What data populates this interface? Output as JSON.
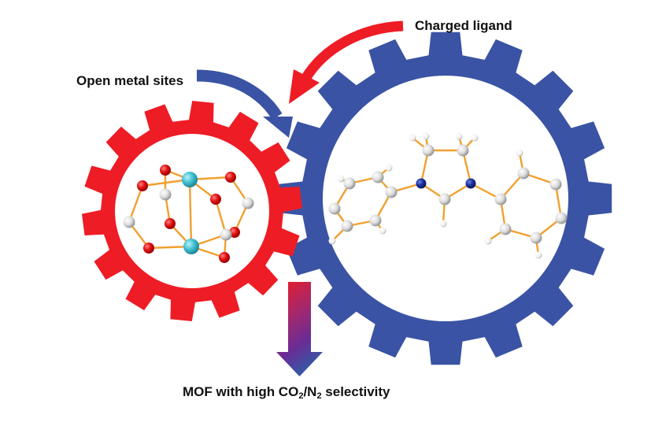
{
  "labels": {
    "charged_ligand": "Charged ligand",
    "open_metal_sites": "Open metal sites",
    "result": {
      "prefix": "MOF with high CO",
      "sub1": "2",
      "mid": "/N",
      "sub2": "2",
      "suffix": " selectivity"
    }
  },
  "colors": {
    "red_gear": "#ee1c25",
    "blue_gear": "#3a53a4",
    "bond": "#f0a030",
    "oxygen": "#e01010",
    "metal": "#40c0d0",
    "carbon": "#e8e8e8",
    "nitrogen": "#1a2f9a",
    "hydrogen": "#ffffff",
    "arrow_top": "#ee1c25",
    "arrow_bottom": "#3a53a4"
  },
  "gears": {
    "red": {
      "name": "metal-node-gear",
      "teeth": 14
    },
    "blue": {
      "name": "ligand-gear",
      "teeth": 16
    }
  }
}
